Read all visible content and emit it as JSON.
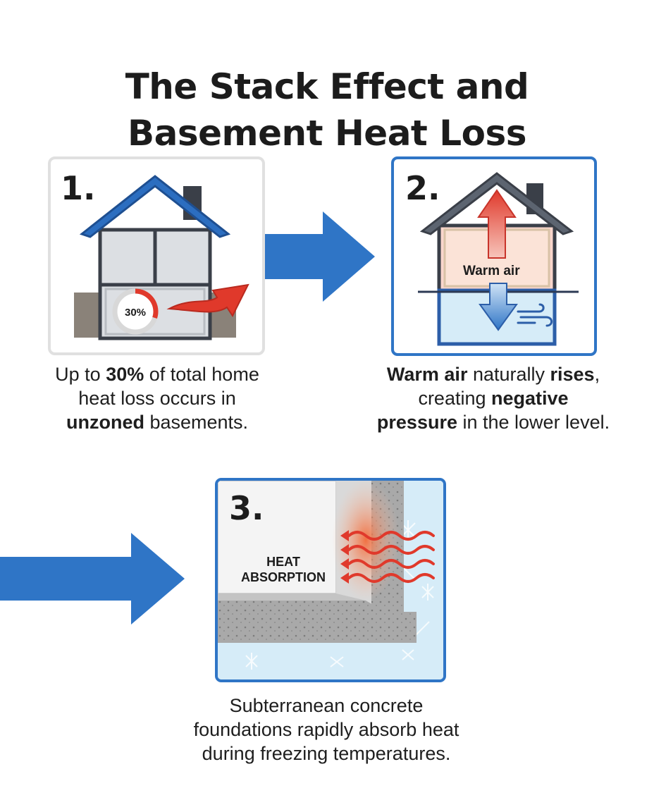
{
  "title": {
    "line1": "The Stack Effect and",
    "line2": "Basement Heat Loss"
  },
  "steps": [
    {
      "number": "1.",
      "badge": "30%",
      "badge_fraction": 0.3,
      "caption": {
        "l1_pre": "Up to ",
        "l1_bold": "30%",
        "l1_post": " of total home",
        "l2": "heat loss occurs in",
        "l3_bold": "unzoned",
        "l3_post": " basements."
      }
    },
    {
      "number": "2.",
      "label": "Warm air",
      "caption": {
        "l1_bold": "Warm air",
        "l1_mid": " naturally ",
        "l1_bold2": "rises",
        "l1_post": ",",
        "l2_pre": "creating ",
        "l2_bold": "negative",
        "l3_bold": "pressure",
        "l3_post": " in the lower level."
      }
    },
    {
      "number": "3.",
      "label_line1": "HEAT",
      "label_line2": "ABSORPTION",
      "caption": {
        "l1": "Subterranean concrete",
        "l2": "foundations rapidly absorb heat",
        "l3": "during freezing temperatures."
      }
    }
  ],
  "colors": {
    "accent_blue": "#2f75c6",
    "roof_blue": "#2c6ec0",
    "heat_red": "#e0392b",
    "cold_blue": "#d6ecf8",
    "ground_brown": "#8a8279",
    "concrete_gray": "#a9a9a9",
    "text": "#1e1e1e"
  },
  "icons": [
    "house-icon",
    "pie-badge-icon",
    "heat-loss-arrow-icon",
    "up-arrow-icon",
    "down-arrow-icon",
    "wind-icon",
    "heat-waves-icon",
    "ice-icon",
    "flow-arrow-icon"
  ]
}
